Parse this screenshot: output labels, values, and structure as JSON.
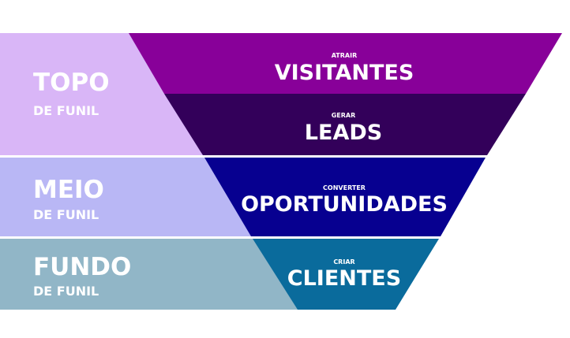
{
  "funnel": {
    "bands": [
      {
        "title": "TOPO",
        "subtitle": "DE FUNIL",
        "color": "#d9b6f7"
      },
      {
        "title": "MEIO",
        "subtitle": "DE FUNIL",
        "color": "#b9b7f5"
      },
      {
        "title": "FUNDO",
        "subtitle": "DE FUNIL",
        "color": "#91b6c7"
      }
    ],
    "stages": [
      {
        "verb": "ATRAIR",
        "noun": "VISITANTES",
        "color": "#880099"
      },
      {
        "verb": "GERAR",
        "noun": "LEADS",
        "color": "#33005a"
      },
      {
        "verb": "CONVERTER",
        "noun": "OPORTUNIDADES",
        "color": "#070090"
      },
      {
        "verb": "CRIAR",
        "noun": "CLIENTES",
        "color": "#0a6b9c"
      }
    ]
  }
}
